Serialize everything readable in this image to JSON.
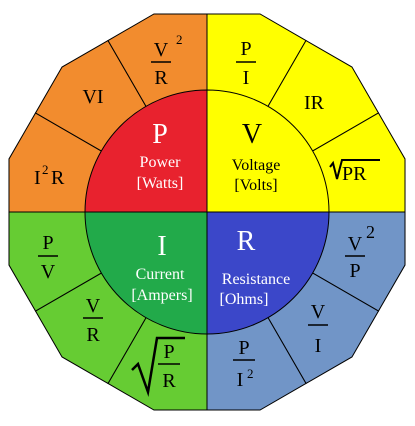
{
  "colors": {
    "power_outer": "#F28C2E",
    "power_inner": "#E8222E",
    "voltage_outer": "#FFFF00",
    "voltage_inner": "#FFFF00",
    "current_outer": "#66CC33",
    "current_inner": "#22AA4A",
    "resistance_outer": "#7195C7",
    "resistance_inner": "#3B47C9",
    "outline": "#000000"
  },
  "quadrants": {
    "power": {
      "letter": "P",
      "name": "Power",
      "unit": "[Watts]"
    },
    "voltage": {
      "letter": "V",
      "name": "Voltage",
      "unit": "[Volts]"
    },
    "current": {
      "letter": "I",
      "name": "Current",
      "unit": "[Ampers]"
    },
    "resistance": {
      "letter": "R",
      "name": "Resistance",
      "unit": "[Ohms]"
    }
  },
  "formulas": {
    "power": [
      "I²R",
      "VI",
      "V²/R"
    ],
    "voltage": [
      "P/I",
      "IR",
      "√PR"
    ],
    "resistance": [
      "V²/P",
      "V/I",
      "P/I²"
    ],
    "current": [
      "P/R under root",
      "V/R",
      "P/V"
    ]
  },
  "formula_parts": {
    "power_i2r_base": "I",
    "power_i2r_exp": "2",
    "power_i2r_tail": "R",
    "power_vi": "VI",
    "power_v2r_num": "V",
    "power_v2r_exp": "2",
    "power_v2r_den": "R",
    "voltage_pi_num": "P",
    "voltage_pi_den": "I",
    "voltage_ir": "IR",
    "voltage_sqrtpr": "PR",
    "res_v2p_num": "V",
    "res_v2p_exp": "2",
    "res_v2p_den": "P",
    "res_vi_num": "V",
    "res_vi_den": "I",
    "res_pi2_num": "P",
    "res_pi2_den": "I",
    "res_pi2_exp": "2",
    "cur_sqrtpr_num": "P",
    "cur_sqrtpr_den": "R",
    "cur_vr_num": "V",
    "cur_vr_den": "R",
    "cur_pv_num": "P",
    "cur_pv_den": "V"
  }
}
